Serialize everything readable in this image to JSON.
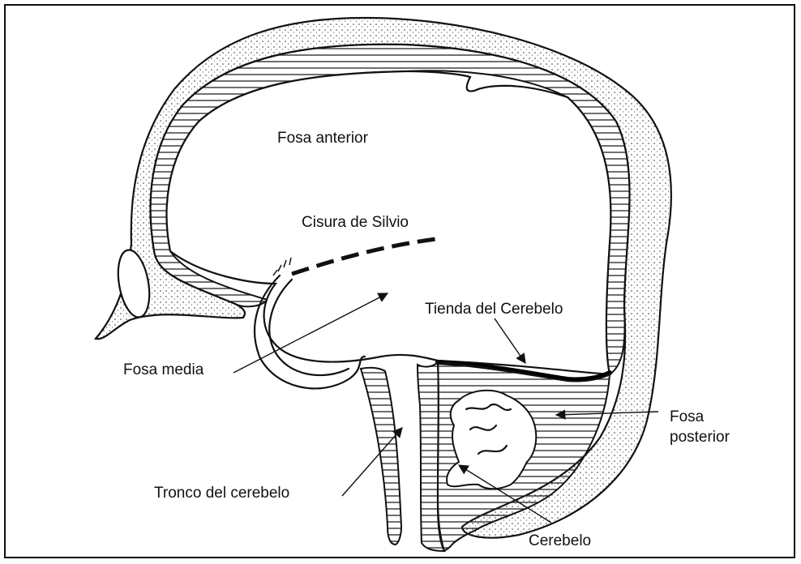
{
  "labels": {
    "fosa_anterior": "Fosa anterior",
    "cisura_silvio": "Cisura de Silvio",
    "tienda_cerebelo": "Tienda del Cerebelo",
    "fosa_media": "Fosa media",
    "fosa_posterior_line1": "Fosa",
    "fosa_posterior_line2": "posterior",
    "tronco_cerebelo": "Tronco del cerebelo",
    "cerebelo": "Cerebelo"
  }
}
